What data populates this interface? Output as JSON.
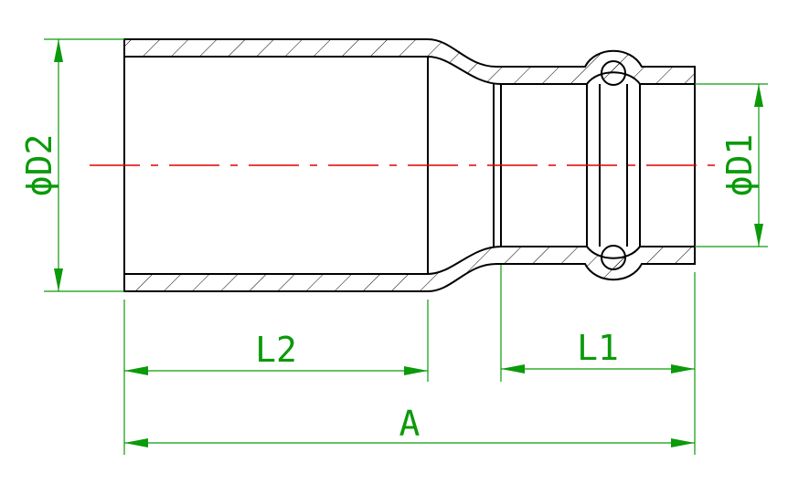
{
  "diagram": {
    "dimensions": {
      "outer_diameter_large": "ϕD2",
      "outer_diameter_small": "ϕD1",
      "insertion_length_large": "L2",
      "insertion_length_small": "L1",
      "overall_length": "A"
    },
    "colors": {
      "outline": "#000000",
      "hatch": "#000000",
      "dimension": "#0a9a0a",
      "centerline": "#e00000",
      "background": "#ffffff"
    }
  }
}
